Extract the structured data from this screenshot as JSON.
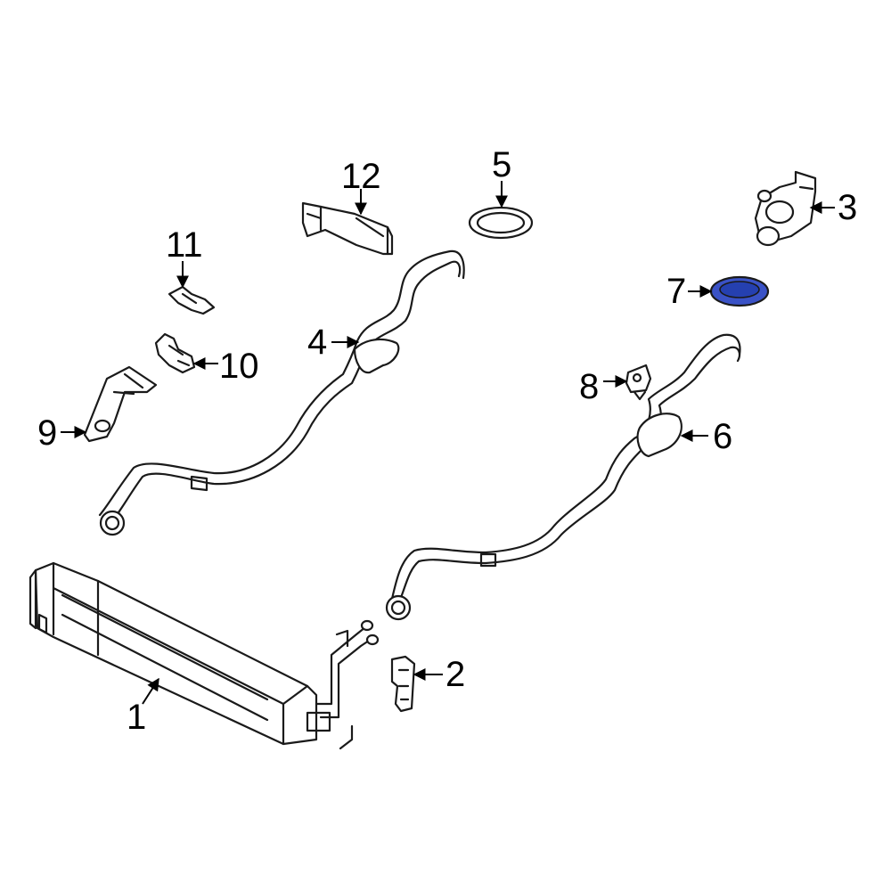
{
  "callouts": [
    {
      "id": "1",
      "label": "1"
    },
    {
      "id": "2",
      "label": "2"
    },
    {
      "id": "3",
      "label": "3"
    },
    {
      "id": "4",
      "label": "4"
    },
    {
      "id": "5",
      "label": "5"
    },
    {
      "id": "6",
      "label": "6"
    },
    {
      "id": "7",
      "label": "7"
    },
    {
      "id": "8",
      "label": "8"
    },
    {
      "id": "9",
      "label": "9"
    },
    {
      "id": "10",
      "label": "10"
    },
    {
      "id": "11",
      "label": "11"
    },
    {
      "id": "12",
      "label": "12"
    }
  ],
  "colors": {
    "highlight_fill": "#3a52c6",
    "highlight_inner": "#2540b0",
    "line": "#1a1a1a",
    "background": "#ffffff"
  }
}
